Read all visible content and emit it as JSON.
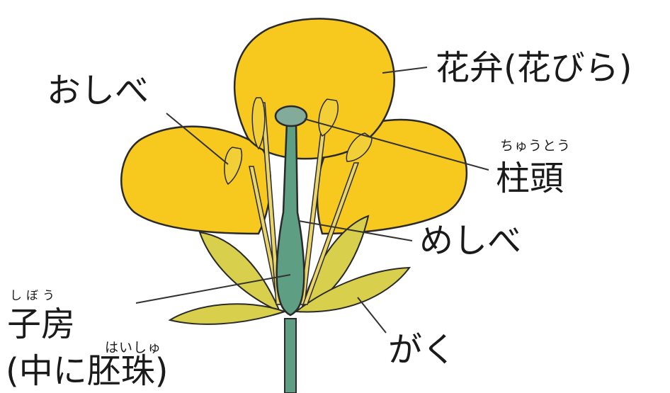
{
  "labels": {
    "stamen": "おしべ",
    "petal": "花弁(花びら)",
    "stigma": "柱頭",
    "stigma_reading": "ちゅうとう",
    "pistil": "めしべ",
    "ovary": "子房",
    "ovary_reading": "しぼう",
    "ovary_note": "(中に胚珠)",
    "ovule_reading": "はいしゅ",
    "sepal": "がく"
  },
  "colors": {
    "petal": "#f7c81e",
    "petal_outline": "#2a2a2a",
    "stamen": "#f3cf37",
    "filament": "#e9d56a",
    "pistil": "#5e9e82",
    "stigma": "#82ab9a",
    "sepal": "#d8cf4c",
    "stem": "#5e9e82",
    "leader": "#333333"
  }
}
